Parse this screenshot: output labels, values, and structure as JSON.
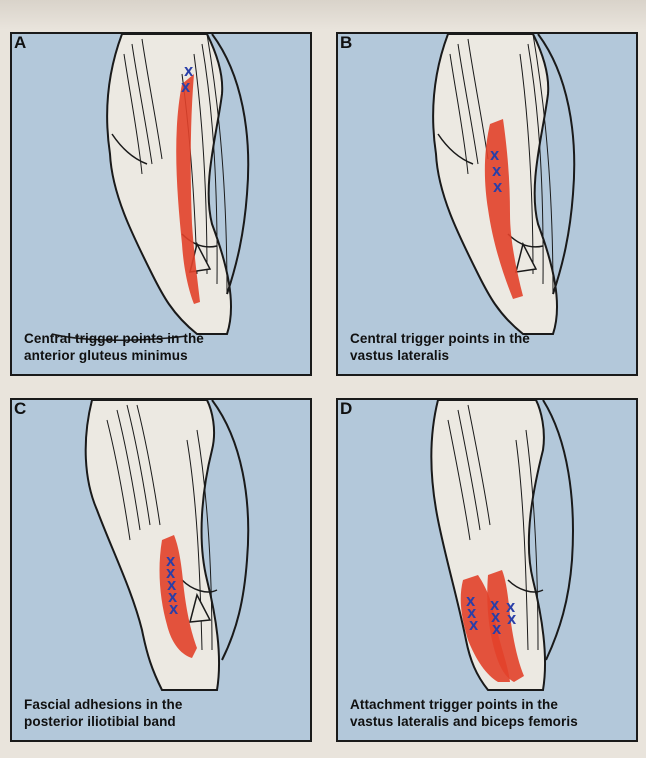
{
  "panels": [
    {
      "letter": "A",
      "caption_line1": "Central trigger points in the",
      "caption_line2": "anterior gluteus minimus"
    },
    {
      "letter": "B",
      "caption_line1": "Central trigger points in the",
      "caption_line2": "vastus lateralis"
    },
    {
      "letter": "C",
      "caption_line1": "Fascial adhesions in the",
      "caption_line2": "posterior iliotibial band"
    },
    {
      "letter": "D",
      "caption_line1": "Attachment trigger points in the",
      "caption_line2": "vastus lateralis and biceps femoris"
    }
  ],
  "colors": {
    "panel_bg": "#b3c8da",
    "pain_red": "#e2412a",
    "trigger_x": "#2a3fa8",
    "ink": "#1a1a1a",
    "skin": "#ece9e2"
  },
  "icons": {
    "trigger_point": "blue-x-icon"
  }
}
